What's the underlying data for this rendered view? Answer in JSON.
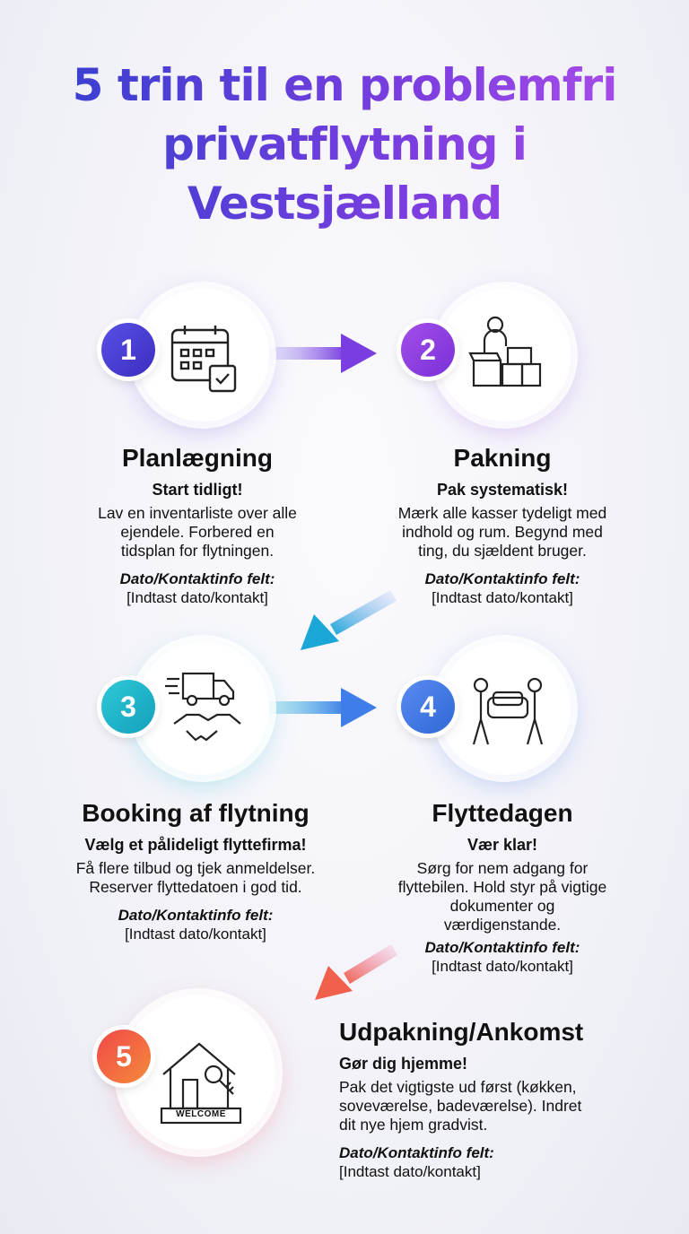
{
  "title": [
    "5 trin til en problemfri",
    "privatflytning i",
    "Vestsjælland"
  ],
  "steps": [
    {
      "number": "1",
      "title": "Planlægning",
      "subtitle": "Start tidligt!",
      "body": [
        "Lav en inventarliste over alle",
        "ejendele. Forbered en",
        "tidsplan for flytningen."
      ],
      "field_label": "Dato/Kontaktinfo felt:",
      "field_placeholder": "[Indtast dato/kontakt]",
      "color": "#4a3fd6",
      "icon": "calendar-icon"
    },
    {
      "number": "2",
      "title": "Pakning",
      "subtitle": "Pak systematisk!",
      "body": [
        "Mærk alle kasser tydeligt med",
        "indhold og rum. Begynd med",
        "ting, du sjældent bruger."
      ],
      "field_label": "Dato/Kontaktinfo felt:",
      "field_placeholder": "[Indtast dato/kontakt]",
      "color": "#8a3fe0",
      "icon": "packing-boxes-icon"
    },
    {
      "number": "3",
      "title": "Booking af flytning",
      "subtitle": "Vælg et pålideligt flyttefirma!",
      "body": [
        "Få flere tilbud og tjek anmeldelser.",
        "Reserver flyttedatoen i god tid."
      ],
      "field_label": "Dato/Kontaktinfo felt:",
      "field_placeholder": "[Indtast dato/kontakt]",
      "color": "#1fb3c9",
      "icon": "truck-handshake-icon"
    },
    {
      "number": "4",
      "title": "Flyttedagen",
      "subtitle": "Vær klar!",
      "body": [
        "Sørg for nem adgang for",
        "flyttebilen. Hold styr på vigtige",
        "dokumenter og",
        "værdigenstande."
      ],
      "field_label": "Dato/Kontaktinfo felt:",
      "field_placeholder": "[Indtast dato/kontakt]",
      "color": "#3f7ee8",
      "icon": "movers-couch-icon"
    },
    {
      "number": "5",
      "title": "Udpakning/Ankomst",
      "subtitle": "Gør dig hjemme!",
      "body": [
        "Pak det vigtigste ud først (køkken,",
        "soveværelse, badeværelse). Indret",
        "dit nye hjem gradvist."
      ],
      "field_label": "Dato/Kontaktinfo felt:",
      "field_placeholder": "[Indtast dato/kontakt]",
      "color": "#f0604a",
      "icon": "house-keys-icon",
      "doormat_text": "WELCOME"
    }
  ]
}
